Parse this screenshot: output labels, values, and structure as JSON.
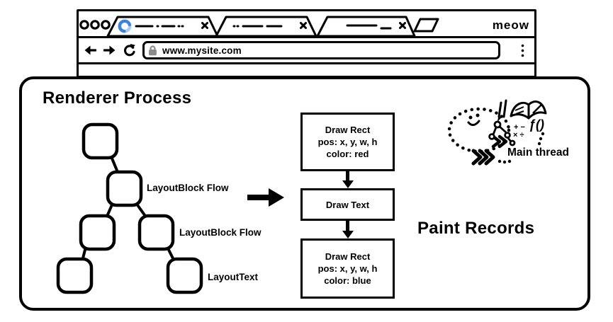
{
  "browser": {
    "meow_label": "meow",
    "url_bar": {
      "url": "www.mysite.com"
    }
  },
  "renderer_panel": {
    "title": "Renderer Process",
    "layout_tree": {
      "labels": [
        "LayoutBlock Flow",
        "LayoutBlock Flow",
        "LayoutText"
      ]
    },
    "paint_records": {
      "heading": "Paint Records",
      "boxes": [
        {
          "lines": [
            "Draw Rect",
            "pos: x, y, w, h",
            "color: red"
          ]
        },
        {
          "lines": [
            "Draw Text"
          ]
        },
        {
          "lines": [
            "Draw Rect",
            "pos: x, y, w, h",
            "color: blue"
          ]
        }
      ]
    },
    "main_thread": {
      "label": "Main thread",
      "function_glyph": "ƒ()",
      "math_glyphs_row1": "+ −",
      "math_glyphs_row2": "× ÷"
    }
  },
  "colors": {
    "ink": "#000000",
    "spinner_blue": "#3d82dd",
    "spinner_light_blue": "#a9cdf2",
    "lock_gray": "#8c8c8c"
  }
}
